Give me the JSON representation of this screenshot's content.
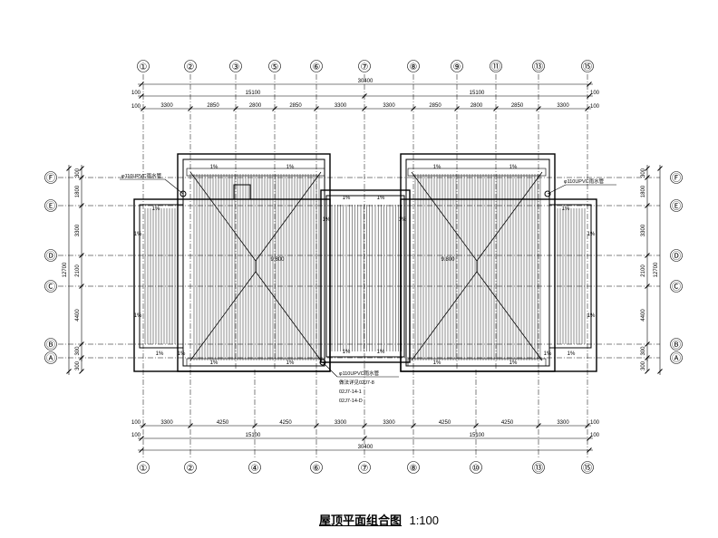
{
  "top_axes": [
    "①",
    "②",
    "③",
    "⑤",
    "⑥",
    "⑦",
    "⑧",
    "⑨",
    "⑪",
    "⑬",
    "⑮"
  ],
  "bottom_axes": [
    "①",
    "②",
    "④",
    "⑥",
    "⑦",
    "⑧",
    "⑩",
    "⑬",
    "⑮"
  ],
  "left_axes": [
    "Ⓕ",
    "Ⓔ",
    "Ⓓ",
    "Ⓒ",
    "Ⓑ",
    "Ⓐ"
  ],
  "right_axes": [
    "Ⓕ",
    "Ⓔ",
    "Ⓓ",
    "Ⓒ",
    "Ⓑ",
    "Ⓐ"
  ],
  "dims": {
    "top_total": "30400",
    "top_half_left": "15100",
    "top_half_right": "15100",
    "top_edge": "100",
    "top_segments": [
      "3300",
      "2850",
      "2800",
      "2850",
      "3300",
      "3300",
      "2850",
      "2800",
      "2850",
      "3300"
    ],
    "bottom_total": "30400",
    "bottom_half_left": "15100",
    "bottom_half_right": "15100",
    "bottom_edge": "100",
    "bottom_segments": [
      "3300",
      "4250",
      "4250",
      "3300",
      "3300",
      "4250",
      "4250",
      "3300"
    ],
    "left_total": "12700",
    "right_total": "12700",
    "side_segments": [
      "300",
      "1800",
      "3300",
      "2100",
      "4400",
      "300"
    ],
    "side_extra": "300"
  },
  "slopes": [
    "1%",
    "1%",
    "1%",
    "1%",
    "1%",
    "1%",
    "1%",
    "1%",
    "1%",
    "1%",
    "1%",
    "1%",
    "1%",
    "1%",
    "1%",
    "1%",
    "1%",
    "1%",
    "1%",
    "1%",
    "1%",
    "1%",
    "1%",
    "1%"
  ],
  "drain_callouts": {
    "top_left": "φ110UPVC雨水管",
    "top_right": "φ110UPVC雨水管",
    "bottom_line1": "φ110UPVC雨水管",
    "bottom_line2": "做法详见02J7-8",
    "bottom_line3": "02J7-14-1",
    "bottom_line4": "02J7-14-D"
  },
  "elevations": [
    "9.800",
    "9.800"
  ],
  "title": "屋顶平面组合图",
  "scale": "1:100",
  "colors": {
    "line": "#000000",
    "background": "#ffffff"
  }
}
